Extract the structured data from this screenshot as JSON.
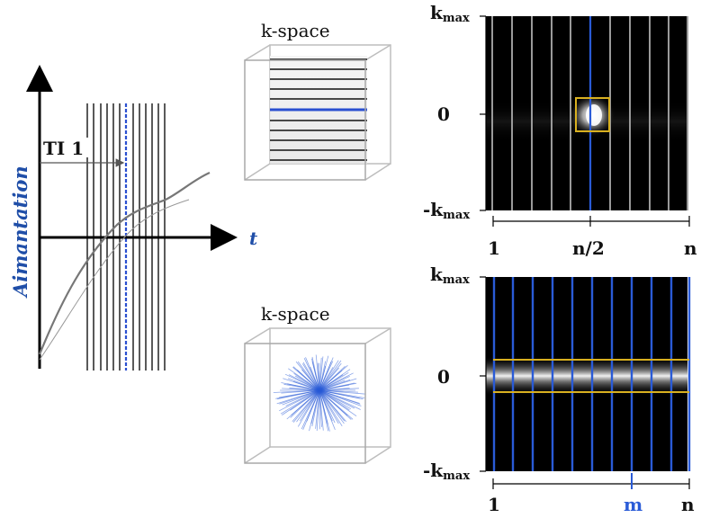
{
  "left_plot": {
    "y_axis_label": "Aimantation",
    "x_axis_label": "t",
    "marker_label": "TI 1"
  },
  "cube_top": {
    "title": "k-space"
  },
  "cube_bottom": {
    "title": "k-space"
  },
  "panel_top": {
    "y_max_label": "k",
    "y_max_sub": "max",
    "y_zero_label": "0",
    "y_min_label": "-k",
    "y_min_sub": "max",
    "x_start_label": "1",
    "x_mid_label": "n/2",
    "x_end_label": "n"
  },
  "panel_bottom": {
    "y_max_label": "k",
    "y_max_sub": "max",
    "y_zero_label": "0",
    "y_min_label": "-k",
    "y_min_sub": "max",
    "x_start_label": "1",
    "x_mark_label": "m",
    "x_end_label": "n"
  },
  "colors": {
    "accent_blue": "#1f4ea8",
    "line_blue": "#2a5bd7",
    "highlight_yellow": "#d8b020",
    "panel_black": "#000000"
  }
}
